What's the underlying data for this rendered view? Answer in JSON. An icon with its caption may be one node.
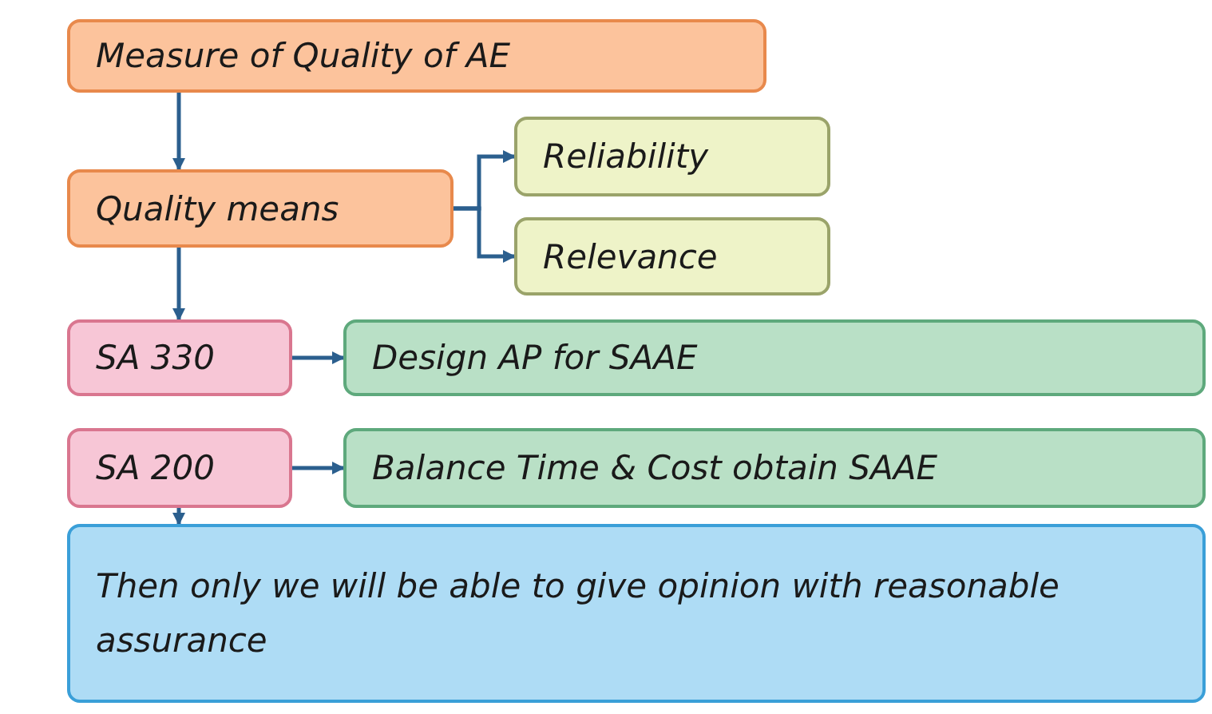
{
  "diagram": {
    "nodes": [
      {
        "text": [
          "Measure of Quality of AE"
        ]
      },
      {
        "text": [
          "Quality means"
        ]
      },
      {
        "text": [
          "Reliability"
        ]
      },
      {
        "text": [
          "Relevance"
        ]
      },
      {
        "text": [
          "SA 330"
        ]
      },
      {
        "text": [
          "Design AP for SAAE"
        ]
      },
      {
        "text": [
          "SA 200"
        ]
      },
      {
        "text": [
          "Balance Time & Cost obtain SAAE"
        ]
      },
      {
        "text": [
          "Then only we will be able to give opinion with reasonable assurance"
        ]
      }
    ],
    "edges": [
      {
        "from": 0,
        "to": 1,
        "arrow": "to"
      },
      {
        "from": 1,
        "to": 2,
        "arrow": "to"
      },
      {
        "from": 1,
        "to": 3,
        "arrow": "to"
      },
      {
        "from": 1,
        "to": 4,
        "arrow": "to"
      },
      {
        "from": 4,
        "to": 5,
        "arrow": "to"
      },
      {
        "from": 6,
        "to": 7,
        "arrow": "to"
      },
      {
        "from": 6,
        "to": 8,
        "arrow": "to"
      }
    ]
  }
}
